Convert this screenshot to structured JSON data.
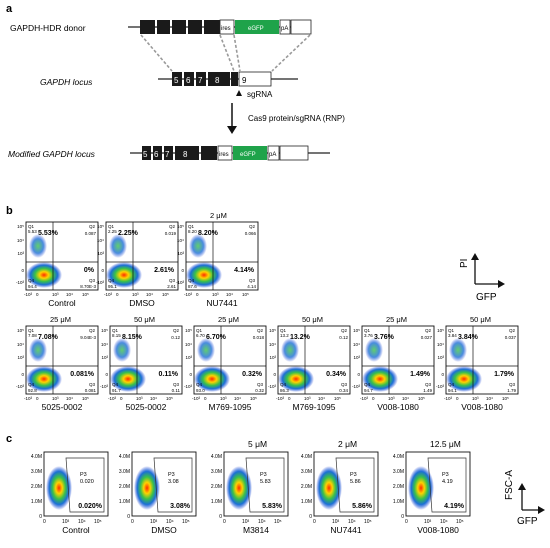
{
  "panel_a": {
    "letter": "a",
    "donor_label": "GAPDH-HDR donor",
    "locus_label": "GAPDH locus",
    "modified_label": "Modified GAPDH locus",
    "ires": "ires",
    "egfp": "eGFP",
    "pa": "pA",
    "exons": [
      "5",
      "6",
      "7",
      "8",
      "9"
    ],
    "sgrna": "sgRNA",
    "arrow_label": "Cas9 protein/sgRNA (RNP)"
  },
  "panel_b": {
    "letter": "b",
    "axes": {
      "y": "PI",
      "x": "GFP"
    },
    "ticks": [
      "10⁵",
      "10⁴",
      "10³",
      "0",
      "-10³",
      "-10³",
      "0",
      "10³",
      "10⁴",
      "10⁵"
    ],
    "plots": [
      {
        "name": "Control",
        "conc": "",
        "q1": "Q1",
        "q2": "Q2",
        "q3": "Q3",
        "q4": "Q4",
        "q1v": "5.53",
        "q2v": "0.087",
        "q3v": "8.70E-3",
        "q4v": "94.4",
        "ul": "5.53%",
        "lr": "0%"
      },
      {
        "name": "DMSO",
        "conc": "",
        "q1": "Q1",
        "q2": "Q2",
        "q3": "Q3",
        "q4": "Q4",
        "q1v": "2.25",
        "q2v": "0.019",
        "q3v": "2.61",
        "q4v": "95.1",
        "ul": "2.25%",
        "lr": "2.61%"
      },
      {
        "name": "NU7441",
        "conc": "2 μM",
        "q1": "Q1",
        "q2": "Q2",
        "q3": "Q3",
        "q4": "Q4",
        "q1v": "8.20",
        "q2v": "0.066",
        "q3v": "4.14",
        "q4v": "87.6",
        "ul": "8.20%",
        "lr": "4.14%"
      },
      {
        "name": "5025-0002",
        "conc": "25 μM",
        "q1": "Q1",
        "q2": "Q2",
        "q3": "Q3",
        "q4": "Q4",
        "q1v": "7.08",
        "q2v": "9.04E-3",
        "q3v": "0.081",
        "q4v": "92.8",
        "ul": "7.08%",
        "lr": "0.081%"
      },
      {
        "name": "5025-0002",
        "conc": "50 μM",
        "q1": "Q1",
        "q2": "Q2",
        "q3": "Q3",
        "q4": "Q4",
        "q1v": "8.15",
        "q2v": "0.12",
        "q3v": "0.11",
        "q4v": "91.7",
        "ul": "8.15%",
        "lr": "0.11%"
      },
      {
        "name": "M769-1095",
        "conc": "25 μM",
        "q1": "Q1",
        "q2": "Q2",
        "q3": "Q3",
        "q4": "Q4",
        "q1v": "6.70",
        "q2v": "0.018",
        "q3v": "0.32",
        "q4v": "93.0",
        "ul": "6.70%",
        "lr": "0.32%"
      },
      {
        "name": "M769-1095",
        "conc": "50 μM",
        "q1": "Q1",
        "q2": "Q2",
        "q3": "Q3",
        "q4": "Q4",
        "q1v": "13.2",
        "q2v": "0.12",
        "q3v": "0.34",
        "q4v": "86.3",
        "ul": "13.2%",
        "lr": "0.34%"
      },
      {
        "name": "V008-1080",
        "conc": "25 μM",
        "q1": "Q1",
        "q2": "Q2",
        "q3": "Q3",
        "q4": "Q4",
        "q1v": "3.76",
        "q2v": "0.027",
        "q3v": "1.49",
        "q4v": "94.7",
        "ul": "3.76%",
        "lr": "1.49%"
      },
      {
        "name": "V008-1080",
        "conc": "50 μM",
        "q1": "Q1",
        "q2": "Q2",
        "q3": "Q3",
        "q4": "Q4",
        "q1v": "3.84",
        "q2v": "0.037",
        "q3v": "1.79",
        "q4v": "94.1",
        "ul": "3.84%",
        "lr": "1.79%"
      }
    ]
  },
  "panel_c": {
    "letter": "c",
    "axes": {
      "y": "FSC-A",
      "x": "GFP"
    },
    "yticks": [
      "4.0M",
      "3.0M",
      "2.0M",
      "1.0M",
      "0"
    ],
    "xticks": [
      "0",
      "10³",
      "10⁴",
      "10⁵"
    ],
    "plots": [
      {
        "name": "Control",
        "conc": "",
        "gate": "P3",
        "gv": "0.020",
        "pct": "0.020%"
      },
      {
        "name": "DMSO",
        "conc": "",
        "gate": "P3",
        "gv": "3.08",
        "pct": "3.08%"
      },
      {
        "name": "M3814",
        "conc": "5 μM",
        "gate": "P3",
        "gv": "5.83",
        "pct": "5.83%"
      },
      {
        "name": "NU7441",
        "conc": "2 μM",
        "gate": "P3",
        "gv": "5.86",
        "pct": "5.86%"
      },
      {
        "name": "V008-1080",
        "conc": "12.5 μM",
        "gate": "P3",
        "gv": "4.19",
        "pct": "4.19%"
      }
    ]
  },
  "colors": {
    "egfp": "#1fa34a",
    "exon": "#1a1a1a",
    "dash": "#9a9a9a"
  }
}
